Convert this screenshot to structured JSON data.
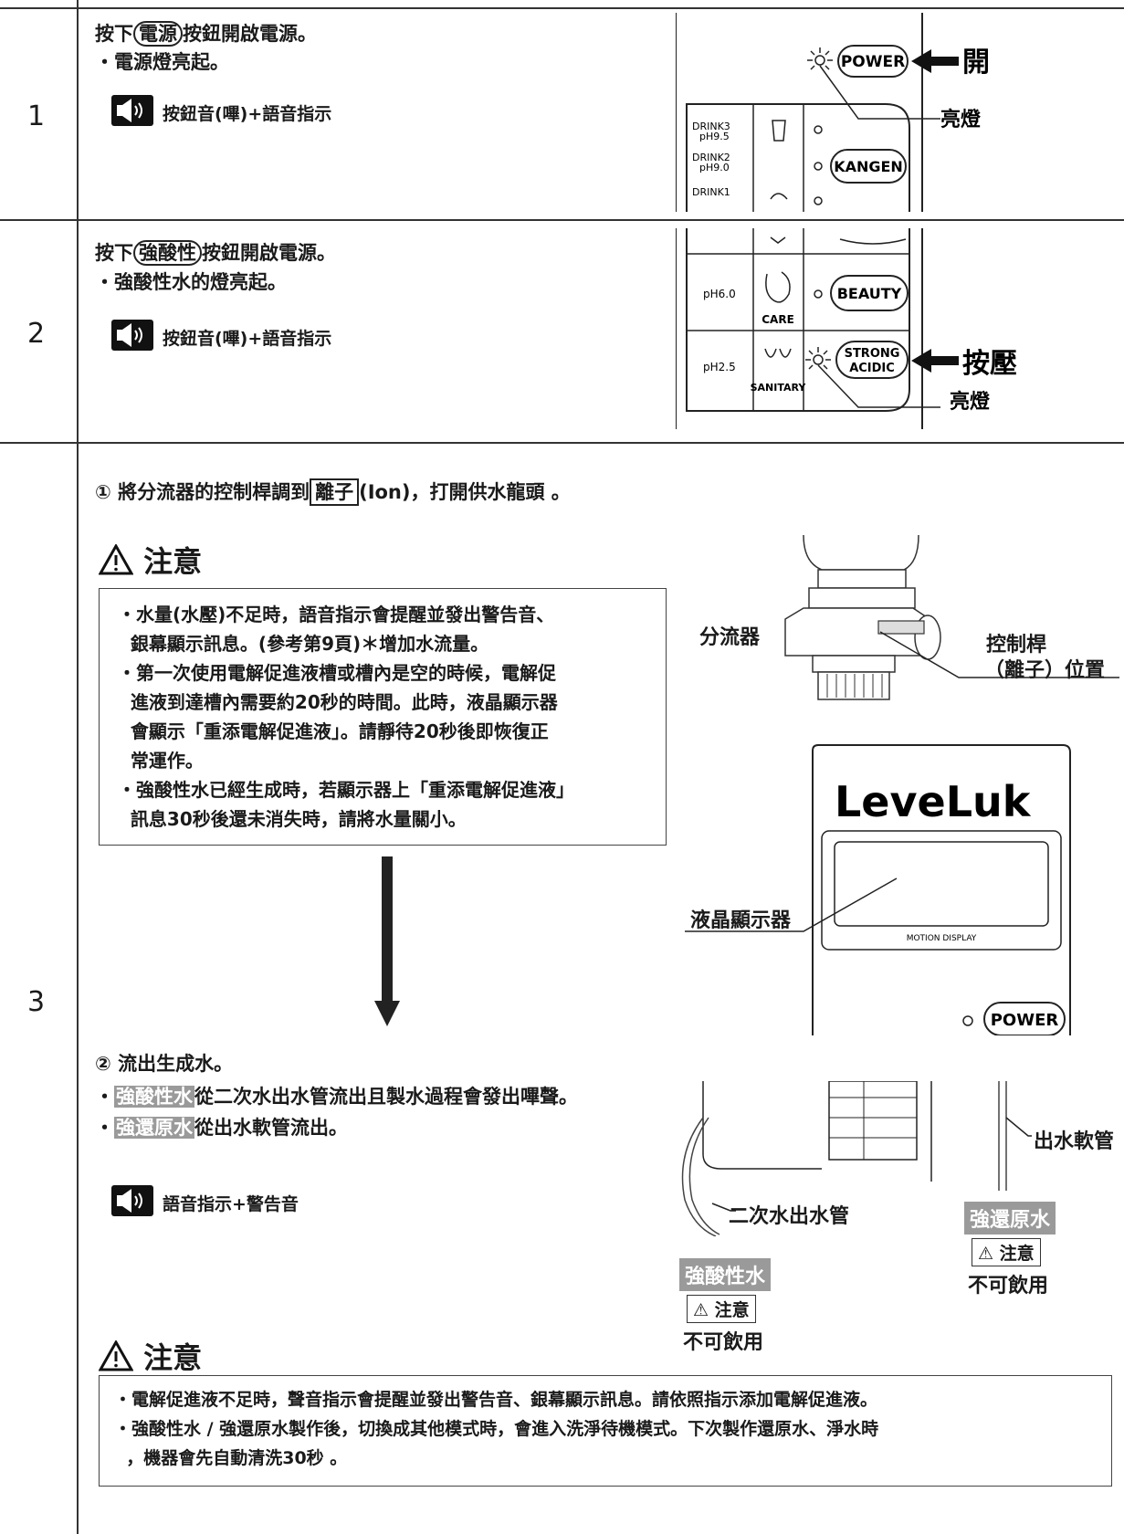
{
  "steps": [
    {
      "number": "1",
      "line1_pre": "按下",
      "line1_button": "電源",
      "line1_post": "按鈕開啟電源。",
      "line2": "・電源燈亮起。",
      "sound": "按鈕音(嗶)+語音指示",
      "figure": {
        "power_button": "POWER",
        "arrow_label": "開",
        "light_label": "亮燈",
        "rows": [
          {
            "label": "DRINK3",
            "ph": "pH9.5"
          },
          {
            "label": "DRINK2",
            "ph": "pH9.0"
          },
          {
            "label": "DRINK1",
            "ph": ""
          }
        ],
        "kangen_button": "KANGEN"
      }
    },
    {
      "number": "2",
      "line1_pre": "按下",
      "line1_button": "強酸性",
      "line1_post": "按鈕開啟電源。",
      "line2": "・強酸性水的燈亮起。",
      "sound": "按鈕音(嗶)+語音指示",
      "figure": {
        "row1_ph": "pH6.0",
        "row1_label": "CARE",
        "row1_button": "BEAUTY",
        "row2_ph": "pH2.5",
        "row2_label": "SANITARY",
        "row2_button_l1": "STRONG",
        "row2_button_l2": "ACIDIC",
        "arrow_label": "按壓",
        "light_label": "亮燈"
      }
    },
    {
      "number": "3",
      "sub1_pre": "①  將分流器的控制桿調到",
      "sub1_box": "離子",
      "sub1_post": "(Ion)，打開供水龍頭 。",
      "caution_title": "注意",
      "caution1": [
        "・水量(水壓)不足時，語音指示會提醒並發出警告音、",
        "  銀幕顯示訊息。(參考第9頁)＊增加水流量。",
        "・第一次使用電解促進液槽或槽內是空的時候，電解促",
        "  進液到達槽內需要約20秒的時間。此時，液晶顯示器",
        "  會顯示「重添電解促進液」。請靜待20秒後即恢復正",
        "  常運作。",
        "・強酸性水已經生成時，若顯示器上「重添電解促進液」",
        "  訊息30秒後還未消失時，請將水量關小。"
      ],
      "diverter_label": "分流器",
      "lever_label_1": "控制桿",
      "lever_label_2": "（離子）位置",
      "brand": "LeveLuk",
      "lcd_label": "液晶顯示器",
      "motion_display": "MOTION DISPLAY",
      "power_button": "POWER",
      "sub2": "②  流出生成水。",
      "sub2_line1_hl": "強酸性水",
      "sub2_line1_rest": "從二次水出水管流出且製水過程會發出嗶聲。",
      "sub2_line2_hl": "強還原水",
      "sub2_line2_rest": "從出水軟管流出。",
      "sound": "語音指示+警告音",
      "outlet_hose": "出水軟管",
      "secondary_pipe": "二次水出水管",
      "tag_reduced": "強還原水",
      "tag_acid": "強酸性水",
      "tag_caution": "注意",
      "tag_no_drink": "不可飲用",
      "caution2_title": "注意",
      "caution2": [
        "・電解促進液不足時，聲音指示會提醒並發出警告音、銀幕顯示訊息。請依照指示添加電解促進液。",
        "・強酸性水 / 強還原水製作後，切換成其他模式時，會進入洗淨待機模式。下次製作還原水、淨水時",
        "  ，機器會先自動清洗30秒 。"
      ]
    }
  ]
}
